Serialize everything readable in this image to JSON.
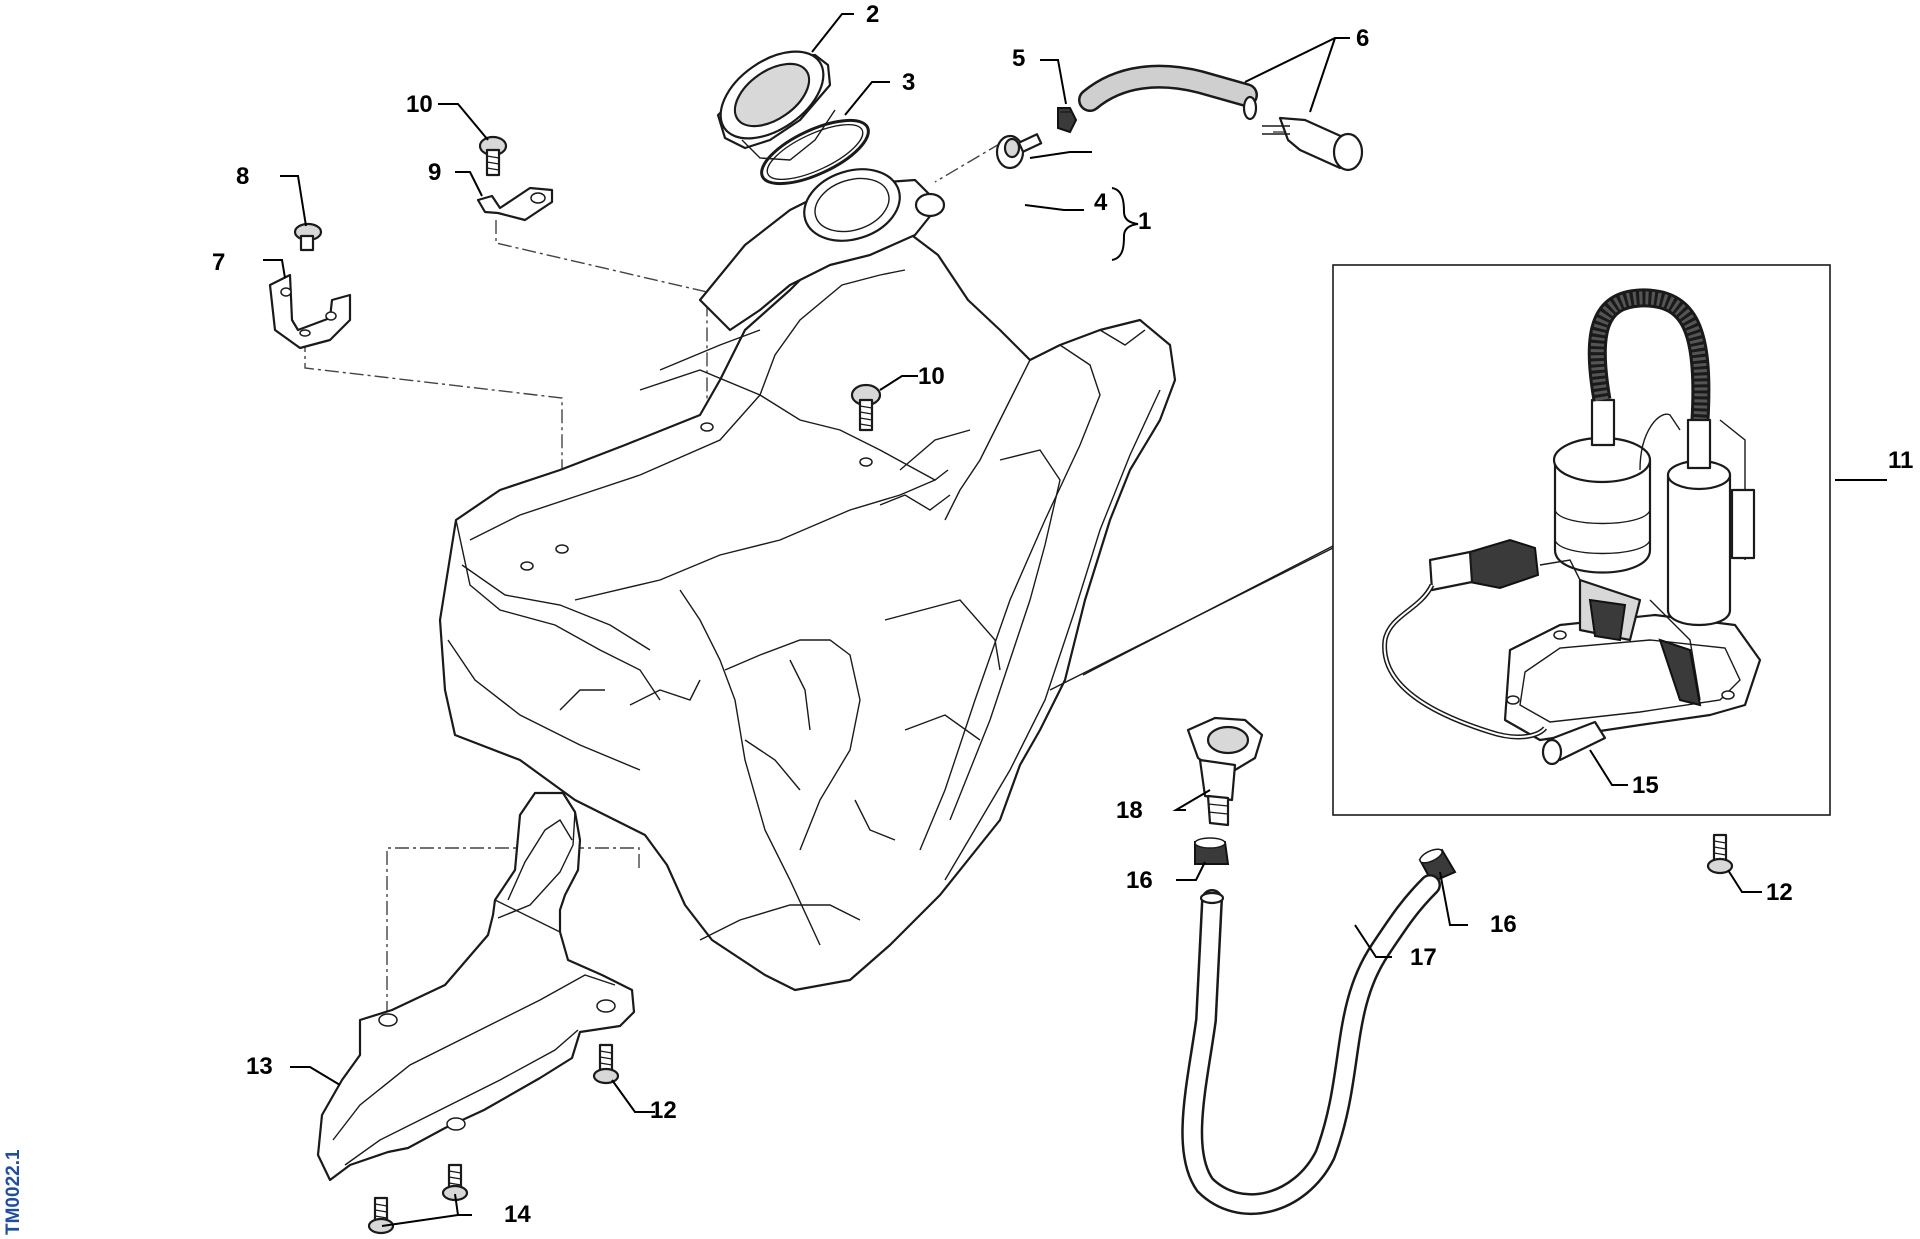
{
  "figure_code": "TM0022.1",
  "callouts": {
    "c1": "1",
    "c2": "2",
    "c3": "3",
    "c4": "4",
    "c5": "5",
    "c6": "6",
    "c7": "7",
    "c8": "8",
    "c9": "9",
    "c10a": "10",
    "c10b": "10",
    "c11": "11",
    "c12a": "12",
    "c12b": "12",
    "c13": "13",
    "c14": "14",
    "c15": "15",
    "c16a": "16",
    "c16b": "16",
    "c17": "17",
    "c18": "18"
  }
}
